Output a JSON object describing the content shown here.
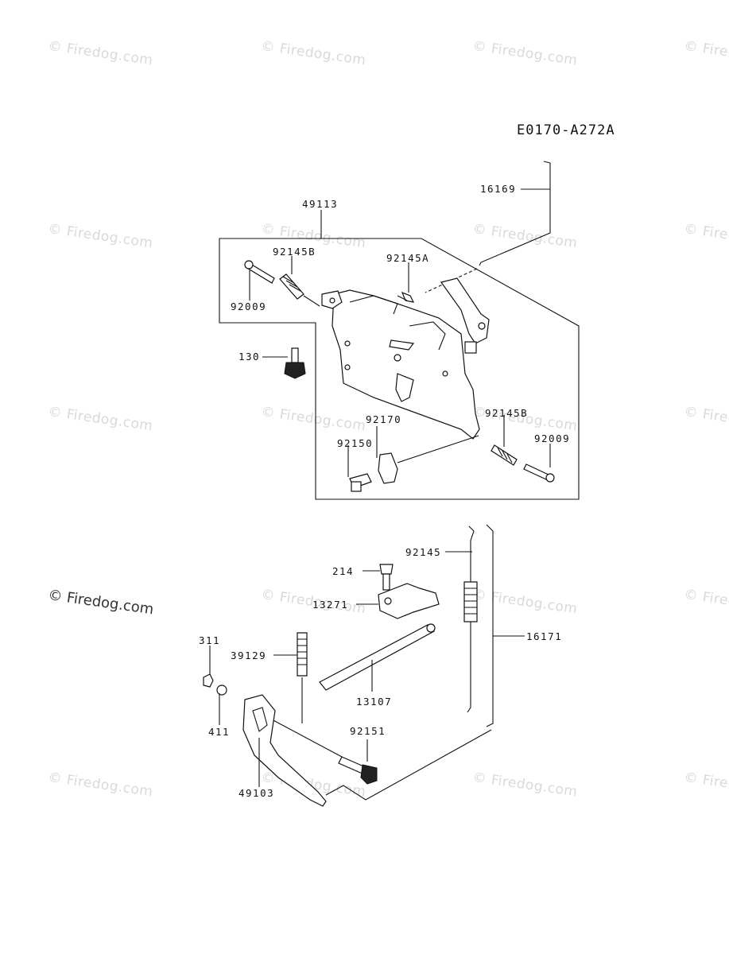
{
  "watermark": {
    "small_text": "© Firedog.com",
    "main_text": "© Firedog.com"
  },
  "diagram": {
    "reference_code": "E0170-A272A",
    "part_labels": {
      "p16169": "16169",
      "p49113": "49113",
      "p92145B_top": "92145B",
      "p92145A": "92145A",
      "p92009_top": "92009",
      "p130": "130",
      "p92170": "92170",
      "p92145B_bottom": "92145B",
      "p92009_bottom": "92009",
      "p92150": "92150",
      "p92145": "92145",
      "p214": "214",
      "p13271": "13271",
      "p16171": "16171",
      "p311": "311",
      "p39129": "39129",
      "p13107": "13107",
      "p411": "411",
      "p92151": "92151",
      "p49103": "49103"
    }
  }
}
